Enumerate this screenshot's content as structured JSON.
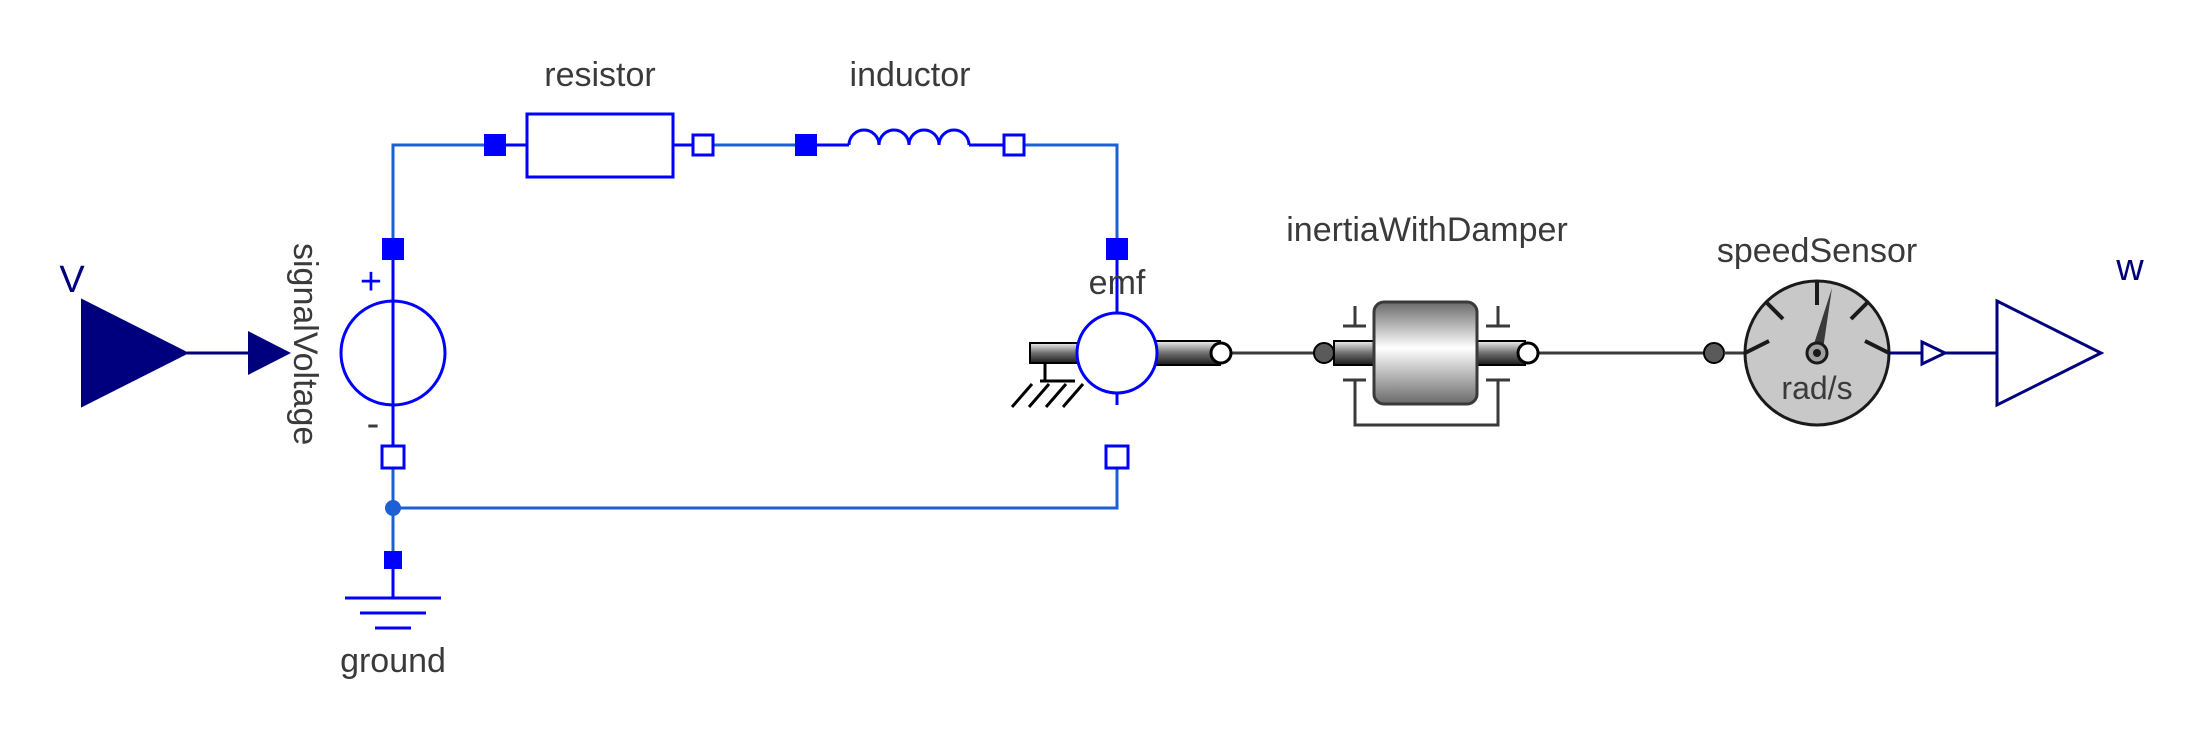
{
  "components": {
    "resistor": "resistor",
    "inductor": "inductor",
    "signal_voltage": "signalVoltage",
    "ground": "ground",
    "emf": "emf",
    "inertia": "inertiaWithDamper",
    "speed_sensor": "speedSensor",
    "sensor_unit": "rad/s"
  },
  "io": {
    "input": "V",
    "output": "w"
  },
  "polarity": {
    "plus": "+",
    "minus": "-"
  },
  "colors": {
    "electric": "#1e5fd6",
    "electric_port": "#0000ff",
    "signal": "#00007f",
    "mechanical": "#3a3a3a"
  }
}
